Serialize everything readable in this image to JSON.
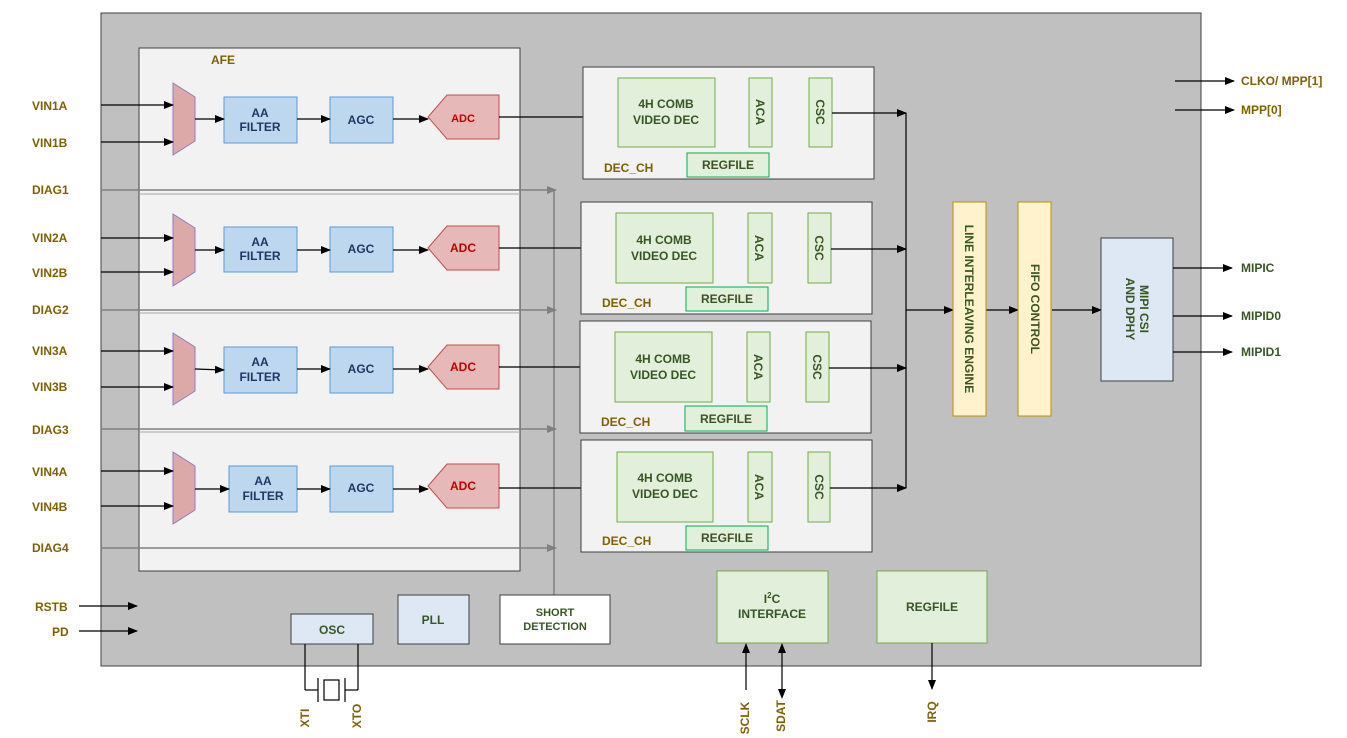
{
  "afe": {
    "title": "AFE",
    "aa_filter": [
      "AA",
      "FILTER"
    ],
    "agc": "AGC",
    "adc": "ADC"
  },
  "decoder": {
    "comb": [
      "4H COMB",
      "VIDEO DEC"
    ],
    "aca": "ACA",
    "csc": "CSC",
    "regfile": "REGFILE",
    "label": "DEC_CH"
  },
  "inputs": {
    "ch1": [
      "VIN1A",
      "VIN1B"
    ],
    "ch2": [
      "VIN2A",
      "VIN2B"
    ],
    "ch3": [
      "VIN3A",
      "VIN3B"
    ],
    "ch4": [
      "VIN4A",
      "VIN4B"
    ],
    "diag": [
      "DIAG1",
      "DIAG2",
      "DIAG3",
      "DIAG4"
    ],
    "rstb": "RSTB",
    "pd": "PD"
  },
  "blocks": {
    "line_interleaving": "LINE INTERLEAVING ENGINE",
    "fifo_control": "FIFO CONTROL",
    "mipi": [
      "MIPI CSI",
      "AND DPHY"
    ],
    "osc": "OSC",
    "pll": "PLL",
    "short_detection": [
      "SHORT",
      "DETECTION"
    ],
    "i2c": [
      "I",
      "2",
      "C",
      "INTERFACE"
    ],
    "regfile": "REGFILE"
  },
  "outputs": {
    "clko": "CLKO/ MPP[1]",
    "mpp0": "MPP[0]",
    "mipic": "MIPIC",
    "mipid0": "MIPID0",
    "mipid1": "MIPID1"
  },
  "bottom_pins": {
    "xti": "XTI",
    "xto": "XTO",
    "sclk": "SCLK",
    "sdat": "SDAT",
    "irq": "IRQ"
  },
  "colors": {
    "chip": "#c0c0c0",
    "afe_panel": "#f2f2f2",
    "filter_fill": "#bdd7ee",
    "filter_stroke": "#5b9bd5",
    "adc_fill": "#e6b8b7",
    "adc_stroke": "#c0504d",
    "mux_fill": "#dda8a8",
    "mux_stroke": "#8e7cc3",
    "green_fill": "#e2efda",
    "green_stroke": "#70ad47",
    "yellow_fill": "#fff2cc",
    "yellow_stroke": "#bf9000",
    "mipi_fill": "#dde8f4",
    "pin_text": "#7f6000",
    "block_text": "#375623"
  }
}
